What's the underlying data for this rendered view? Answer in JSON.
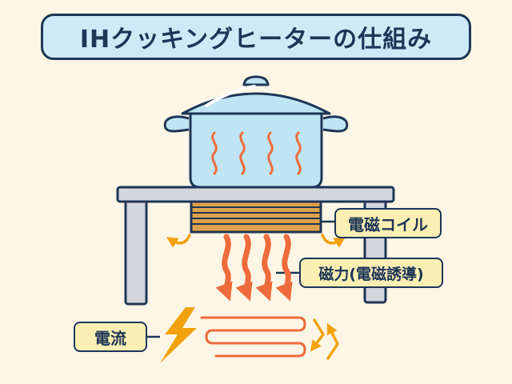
{
  "title": "IHクッキングヒーターの仕組み",
  "labels": {
    "coil": "電磁コイル",
    "magnetic_force": "磁力(電磁誘導)",
    "current": "電流"
  },
  "icons": {
    "pot": "pot-icon",
    "heat": "heat-wave-icon",
    "coil": "coil-icon",
    "magnetic": "magnetic-wave-arrow-icon",
    "lightning": "lightning-icon",
    "current": "eddy-current-icon"
  },
  "colors": {
    "outline": "#1d3557",
    "pot": "#bfe4f3",
    "stove": "#d3d7dc",
    "coil": "#e0a24a",
    "heat": "#ee6b3c",
    "lightning": "#f2a20e",
    "label_bg": "#fcefb4",
    "title_bg": "#cdeaf6",
    "background": "#fdf6e6"
  }
}
